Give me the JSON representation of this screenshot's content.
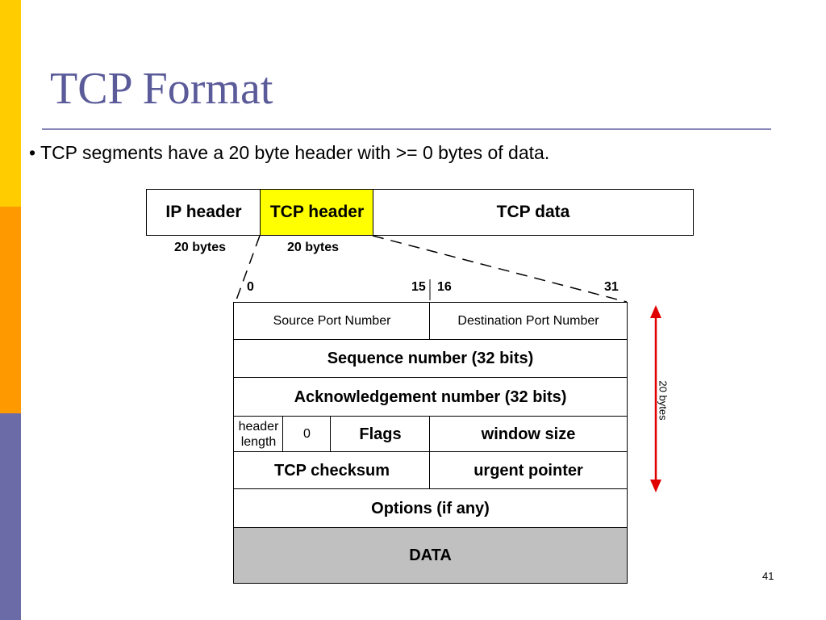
{
  "slide": {
    "title": "TCP Format",
    "bullet": "• TCP segments have a 20 byte header with >= 0 bytes of data.",
    "page_number": "41"
  },
  "packet": {
    "ip_header": "IP header",
    "tcp_header": "TCP header",
    "tcp_data": "TCP data",
    "ip_size": "20 bytes",
    "tcp_size": "20 bytes"
  },
  "bit_ticks": {
    "start": "0",
    "mid_a": "15",
    "mid_b": "16",
    "end": "31"
  },
  "header_fields": {
    "source_port": "Source Port Number",
    "destination_port": "Destination Port Number",
    "sequence": "Sequence number (32 bits)",
    "acknowledgement": "Acknowledgement number (32 bits)",
    "header_length_line1": "header",
    "header_length_line2": "length",
    "reserved": "0",
    "flags": "Flags",
    "window_size": "window size",
    "checksum": "TCP checksum",
    "urgent_pointer": "urgent pointer",
    "options": "Options (if any)",
    "data": "DATA"
  },
  "side_label": "20 bytes",
  "colors": {
    "tcp_header_highlight": "#ffff00",
    "data_fill": "#c0c0c0",
    "arrow": "#e00000",
    "title": "#5b5b9a"
  }
}
